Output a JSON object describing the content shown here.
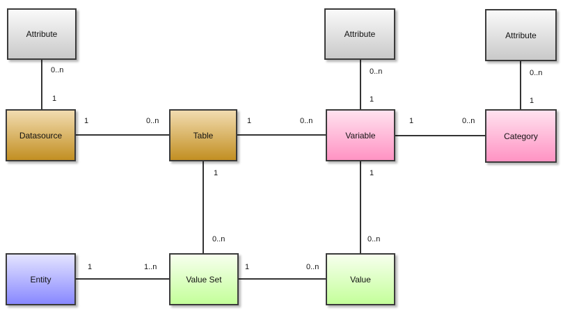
{
  "entities": {
    "attribute_1": "Attribute",
    "attribute_2": "Attribute",
    "attribute_3": "Attribute",
    "datasource": "Datasource",
    "table": "Table",
    "variable": "Variable",
    "category": "Category",
    "entity": "Entity",
    "value_set": "Value Set",
    "value": "Value"
  },
  "cardinalities": {
    "datasource_attr_top": "0..n",
    "datasource_attr_bottom": "1",
    "datasource_table_left": "1",
    "datasource_table_right": "0..n",
    "table_variable_left": "1",
    "table_variable_right": "0..n",
    "variable_attr_top": "0..n",
    "variable_attr_bottom": "1",
    "variable_category_left": "1",
    "variable_category_right": "0..n",
    "category_attr_top": "0..n",
    "category_attr_bottom": "1",
    "table_valueset_top": "1",
    "table_valueset_bottom": "0..n",
    "variable_value_top": "1",
    "variable_value_bottom": "0..n",
    "entity_valueset_left": "1",
    "entity_valueset_right": "1..n",
    "valueset_value_left": "1",
    "valueset_value_right": "0..n"
  },
  "colors": {
    "attribute": "#d9d9d9",
    "datasource": "#d9ae55",
    "table": "#d4a01e",
    "variable": "#ffa6cf",
    "category": "#ffa6cf",
    "entity": "#9a9aff",
    "value_set": "#ccffaa",
    "value": "#ccffaa"
  }
}
